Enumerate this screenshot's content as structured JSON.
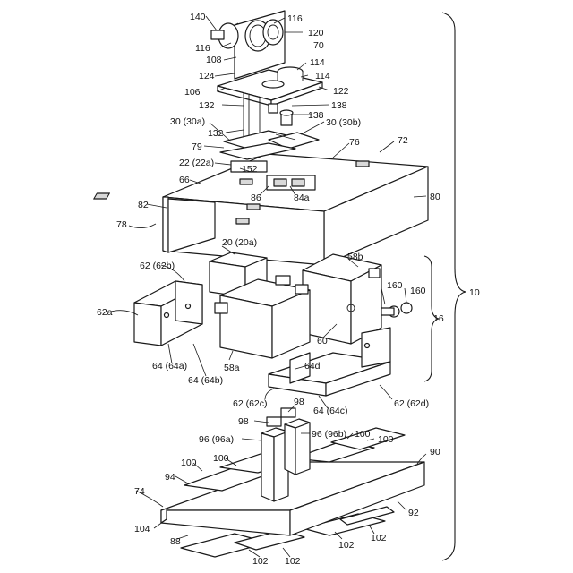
{
  "labels": {
    "l140": "140",
    "l116a": "116",
    "l116b": "116",
    "l120": "120",
    "l108": "108",
    "l70": "70",
    "l124": "124",
    "l114a": "114",
    "l114b": "114",
    "l106": "106",
    "l122": "122",
    "l132a": "132",
    "l138a": "138",
    "l30a": "30 (30a)",
    "l138b": "138",
    "l30b": "30 (30b)",
    "l132b": "132",
    "l79": "79",
    "l76": "76",
    "l72": "72",
    "l22": "22 (22a)",
    "l152": "152",
    "l66": "66",
    "l86": "86",
    "l84a": "84a",
    "l80": "80",
    "l82": "82",
    "l78": "78",
    "l20": "20 (20a)",
    "l62b": "62 (62b)",
    "l58b": "58b",
    "l160a": "160",
    "l160b": "160",
    "l62a": "62a",
    "l60": "60",
    "l16": "16",
    "l10": "10",
    "l64a": "64 (64a)",
    "l58a": "58a",
    "l64b": "64 (64b)",
    "l64d": "64d",
    "l62c": "62 (62c)",
    "l64c": "64 (64c)",
    "l62d": "62 (62d)",
    "l98a": "98",
    "l98b": "98",
    "l96a": "96 (96a)",
    "l96b": "96 (96b)",
    "l100a": "100",
    "l100b": "100",
    "l100c": "100",
    "l100d": "100",
    "l90": "90",
    "l94": "94",
    "l74": "74",
    "l92": "92",
    "l104": "104",
    "l88": "88",
    "l102a": "102",
    "l102b": "102",
    "l102c": "102",
    "l102d": "102"
  }
}
